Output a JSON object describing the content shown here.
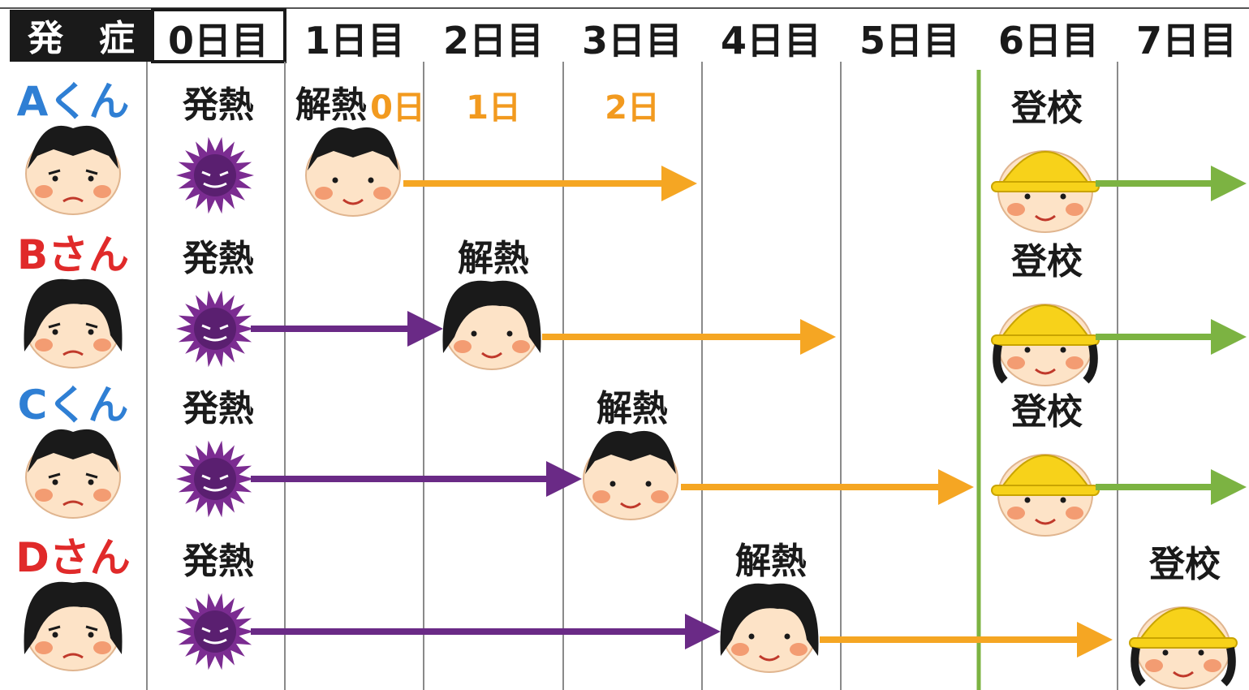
{
  "header": {
    "onset_label": "発　症",
    "days": [
      "0日目",
      "1日目",
      "2日目",
      "3日目",
      "4日目",
      "5日目",
      "6日目",
      "7日目"
    ]
  },
  "colors": {
    "header_dark": "#1a1a1a",
    "grid": "#8a8a8a",
    "school_line": "#7cb342",
    "fever_arrow": "#6a2a86",
    "recovery_arrow": "#f5a623",
    "school_arrow": "#7cb342",
    "day_count": "#f29a1f",
    "boy_name": "#2f7fd4",
    "girl_name": "#e02a2a",
    "virus": "#7b2c91",
    "skin": "#fde3c7",
    "cheek": "#f08a5d",
    "hair": "#1a1a1a",
    "helmet": "#f7d21a"
  },
  "legend_words": {
    "fever": "発熱",
    "recovered": "解熱",
    "school": "登校"
  },
  "rows": [
    {
      "name": "Aくん",
      "kind": "boy",
      "fever_day": 0,
      "recovery_day": 1,
      "school_day": 6,
      "recovery_counts": [
        "0日",
        "1日",
        "2日"
      ]
    },
    {
      "name": "Bさん",
      "kind": "girl",
      "fever_day": 0,
      "recovery_day": 2,
      "school_day": 6,
      "recovery_counts": []
    },
    {
      "name": "Cくん",
      "kind": "boy",
      "fever_day": 0,
      "recovery_day": 3,
      "school_day": 6,
      "recovery_counts": []
    },
    {
      "name": "Dさん",
      "kind": "girl",
      "fever_day": 0,
      "recovery_day": 4,
      "school_day": 7,
      "recovery_counts": []
    }
  ]
}
